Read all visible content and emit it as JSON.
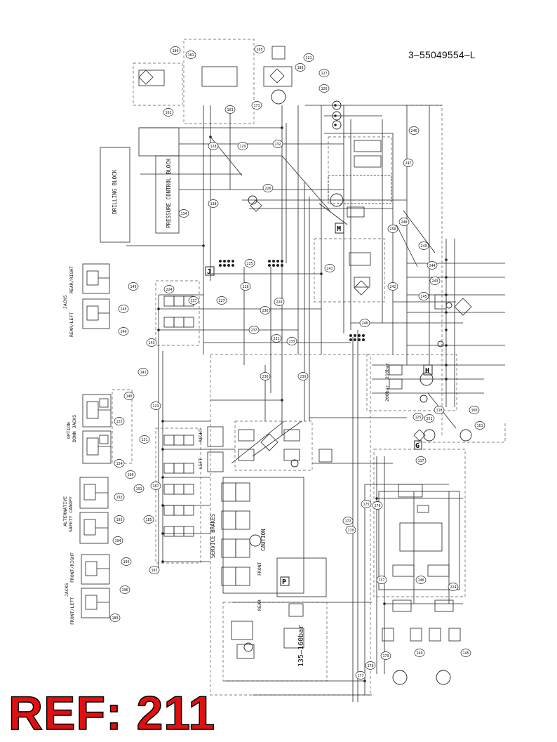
{
  "drawing_number": "3–55049554–L",
  "reference_label": "REF: 211",
  "blocks": {
    "drilling_block": "DRILLING BLOCK",
    "pressure_control_block": "PRESSURE CONTROL BLOCK",
    "service_brakes": "SERVICE BRAKES",
    "caution": "CAUTION",
    "pressure_range": "135–160bar"
  },
  "groups": {
    "jacks_rear": [
      "JACKS",
      "REAR/LEFT",
      "REAR/RIGHT"
    ],
    "option_down_jacks": [
      "OPTION",
      "DOWN JACKS"
    ],
    "alternative_safety_canopy": [
      "ALTERNATIVE",
      "SAFETY CANOPY"
    ],
    "jacks_front": [
      "JACKS",
      "FRONT/LEFT",
      "FRONT/RIGHT"
    ],
    "right": "RIGHT",
    "left": "LEFT",
    "front": "FRONT",
    "rear": "REAR"
  },
  "port_letters": [
    "J",
    "H",
    "M",
    "G",
    "P"
  ],
  "setting_labels": [
    "210bar",
    "200bar"
  ],
  "reference_numbers": [
    "149",
    "145",
    "140",
    "224",
    "137",
    "143",
    "141",
    "123",
    "131",
    "140",
    "122",
    "124",
    "190",
    "191",
    "192",
    "193",
    "194",
    "195",
    "196",
    "189",
    "187",
    "185",
    "182",
    "180",
    "181",
    "162",
    "163",
    "165",
    "171",
    "188",
    "121",
    "126",
    "127",
    "128",
    "129",
    "132",
    "134",
    "138",
    "225",
    "226",
    "227",
    "228",
    "229",
    "230",
    "231",
    "233",
    "237",
    "238",
    "239",
    "240",
    "241",
    "242",
    "243",
    "244",
    "245",
    "246",
    "247",
    "248",
    "249",
    "250",
    "251",
    "125",
    "118",
    "117",
    "160",
    "161",
    "170",
    "172",
    "175",
    "176",
    "177",
    "178",
    "179"
  ]
}
